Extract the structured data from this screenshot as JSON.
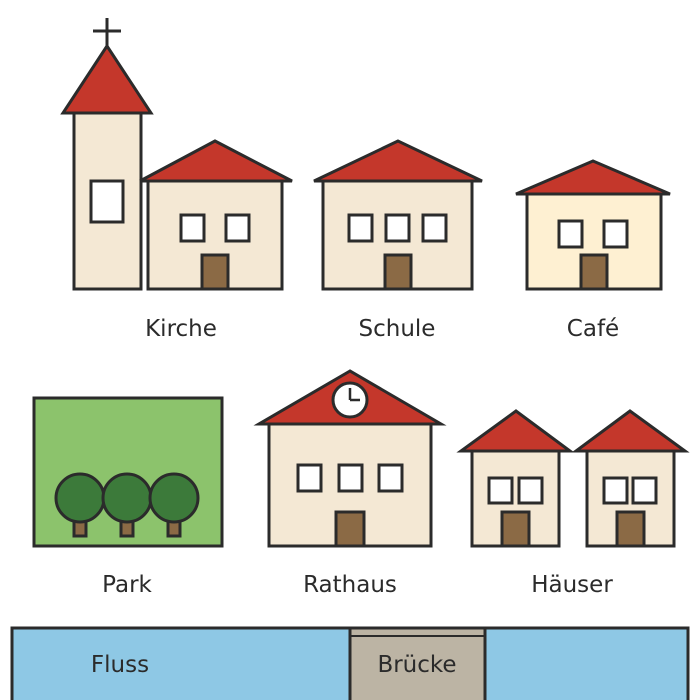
{
  "labels": {
    "church": "Kirche",
    "school": "Schule",
    "cafe": "Café",
    "park": "Park",
    "town_hall": "Rathaus",
    "houses": "Häuser",
    "river": "Fluss",
    "bridge": "Brücke"
  },
  "icons": {
    "church": "cross-icon",
    "town_hall": "clock-icon",
    "park": "tree-icon"
  },
  "colors": {
    "roof": "#c4372b",
    "wall": "#f4e8d4",
    "cafe_wall": "#fef0d2",
    "door": "#8b6a45",
    "outline": "#2b2b2b",
    "park_grass": "#8cc36c",
    "tree_crown": "#3c7a3a",
    "river": "#8ec8e5",
    "bridge": "#bcb4a4"
  }
}
